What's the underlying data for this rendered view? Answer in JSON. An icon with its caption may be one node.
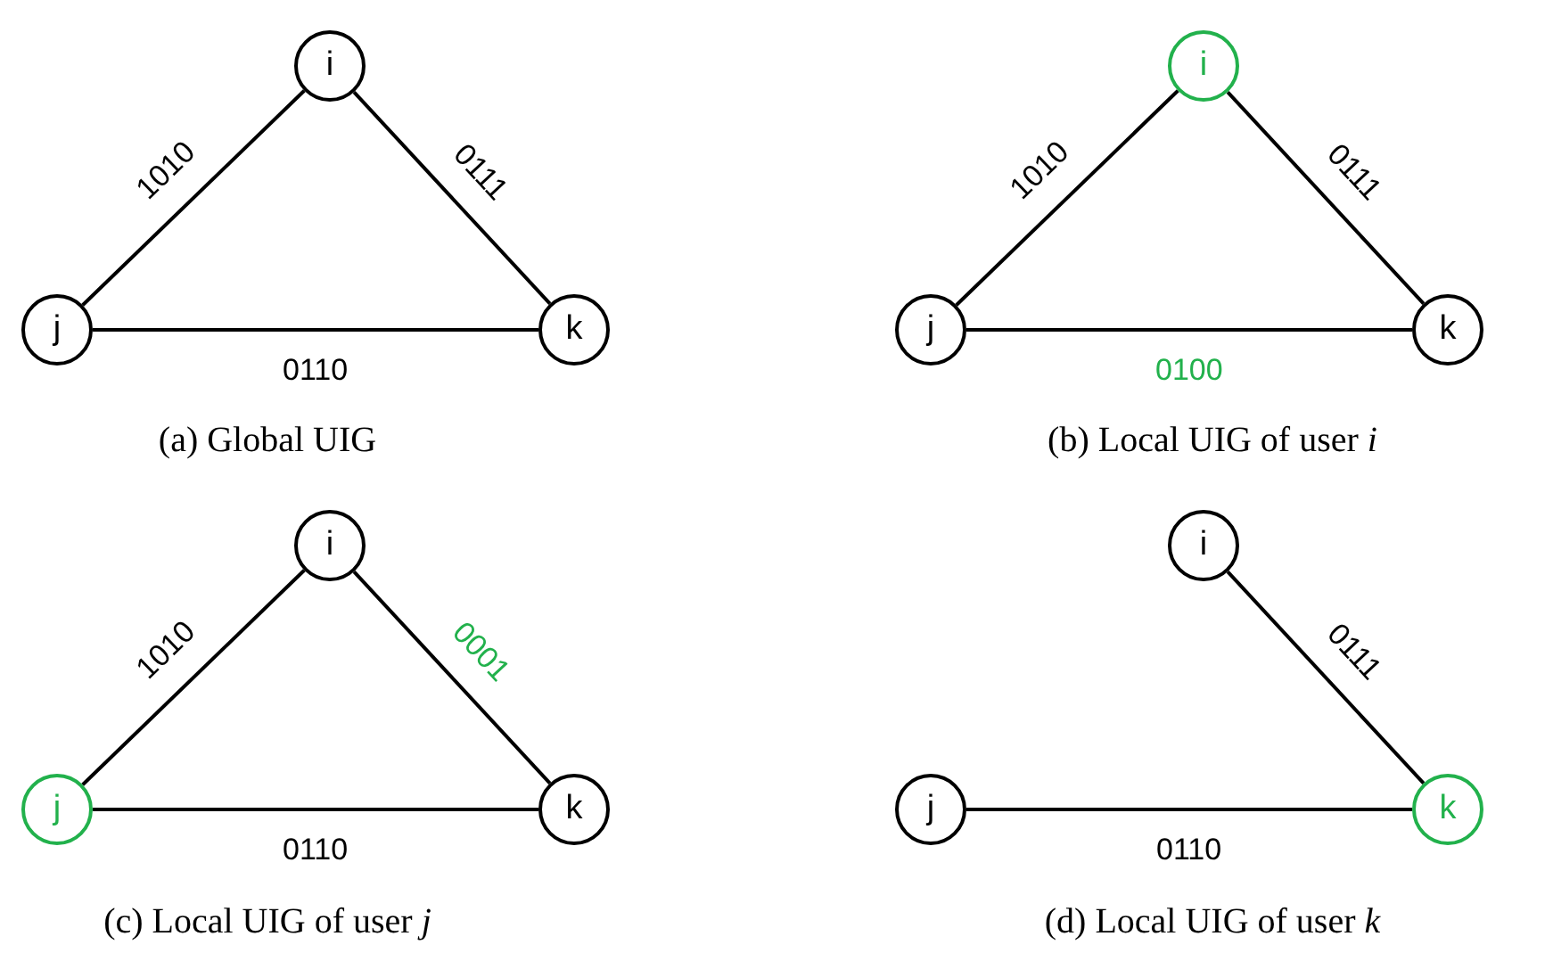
{
  "diagram": {
    "nodes": [
      {
        "text": [
          "i"
        ]
      },
      {
        "text": [
          "j"
        ]
      },
      {
        "text": [
          "k"
        ]
      },
      {
        "text": [
          "i"
        ]
      },
      {
        "text": [
          "j"
        ]
      },
      {
        "text": [
          "k"
        ]
      },
      {
        "text": [
          "i"
        ]
      },
      {
        "text": [
          "j"
        ]
      },
      {
        "text": [
          "k"
        ]
      },
      {
        "text": [
          "i"
        ]
      },
      {
        "text": [
          "j"
        ]
      },
      {
        "text": [
          "k"
        ]
      }
    ],
    "edges": [
      {
        "from": 0,
        "to": 1,
        "arrow": "none",
        "label": "1010"
      },
      {
        "from": 0,
        "to": 2,
        "arrow": "none",
        "label": "0111"
      },
      {
        "from": 1,
        "to": 2,
        "arrow": "none",
        "label": "0110"
      },
      {
        "from": 3,
        "to": 4,
        "arrow": "none",
        "label": "1010"
      },
      {
        "from": 3,
        "to": 5,
        "arrow": "none",
        "label": "0111"
      },
      {
        "from": 4,
        "to": 5,
        "arrow": "none",
        "label": "0100"
      },
      {
        "from": 6,
        "to": 7,
        "arrow": "none",
        "label": "1010"
      },
      {
        "from": 6,
        "to": 8,
        "arrow": "none",
        "label": "0001"
      },
      {
        "from": 7,
        "to": 8,
        "arrow": "none",
        "label": "0110"
      },
      {
        "from": 9,
        "to": 11,
        "arrow": "none",
        "label": "0111"
      },
      {
        "from": 10,
        "to": 11,
        "arrow": "none",
        "label": "0110"
      }
    ],
    "labels": [
      "(a) Global UIG",
      "(b) Local UIG of user *i*",
      "(c) Local UIG of user *j*",
      "(d) Local UIG of user *k*"
    ]
  }
}
